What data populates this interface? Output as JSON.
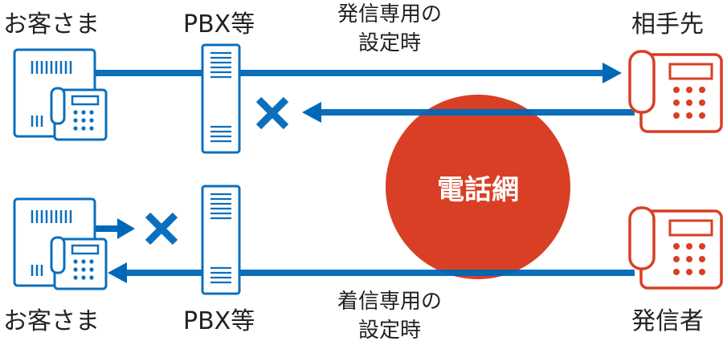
{
  "top": {
    "customer_label": "お客さま",
    "pbx_label": "PBX等",
    "setting_label_line1": "発信専用の",
    "setting_label_line2": "設定時",
    "partner_label": "相手先"
  },
  "network": {
    "label": "電話網",
    "color": "#d93f24"
  },
  "bottom": {
    "customer_label": "お客さま",
    "pbx_label": "PBX等",
    "setting_label_line1": "着信専用の",
    "setting_label_line2": "設定時",
    "caller_label": "発信者"
  },
  "colors": {
    "blue": "#0b6fbd",
    "line_blue": "#0068b7",
    "red": "#d93f24"
  }
}
